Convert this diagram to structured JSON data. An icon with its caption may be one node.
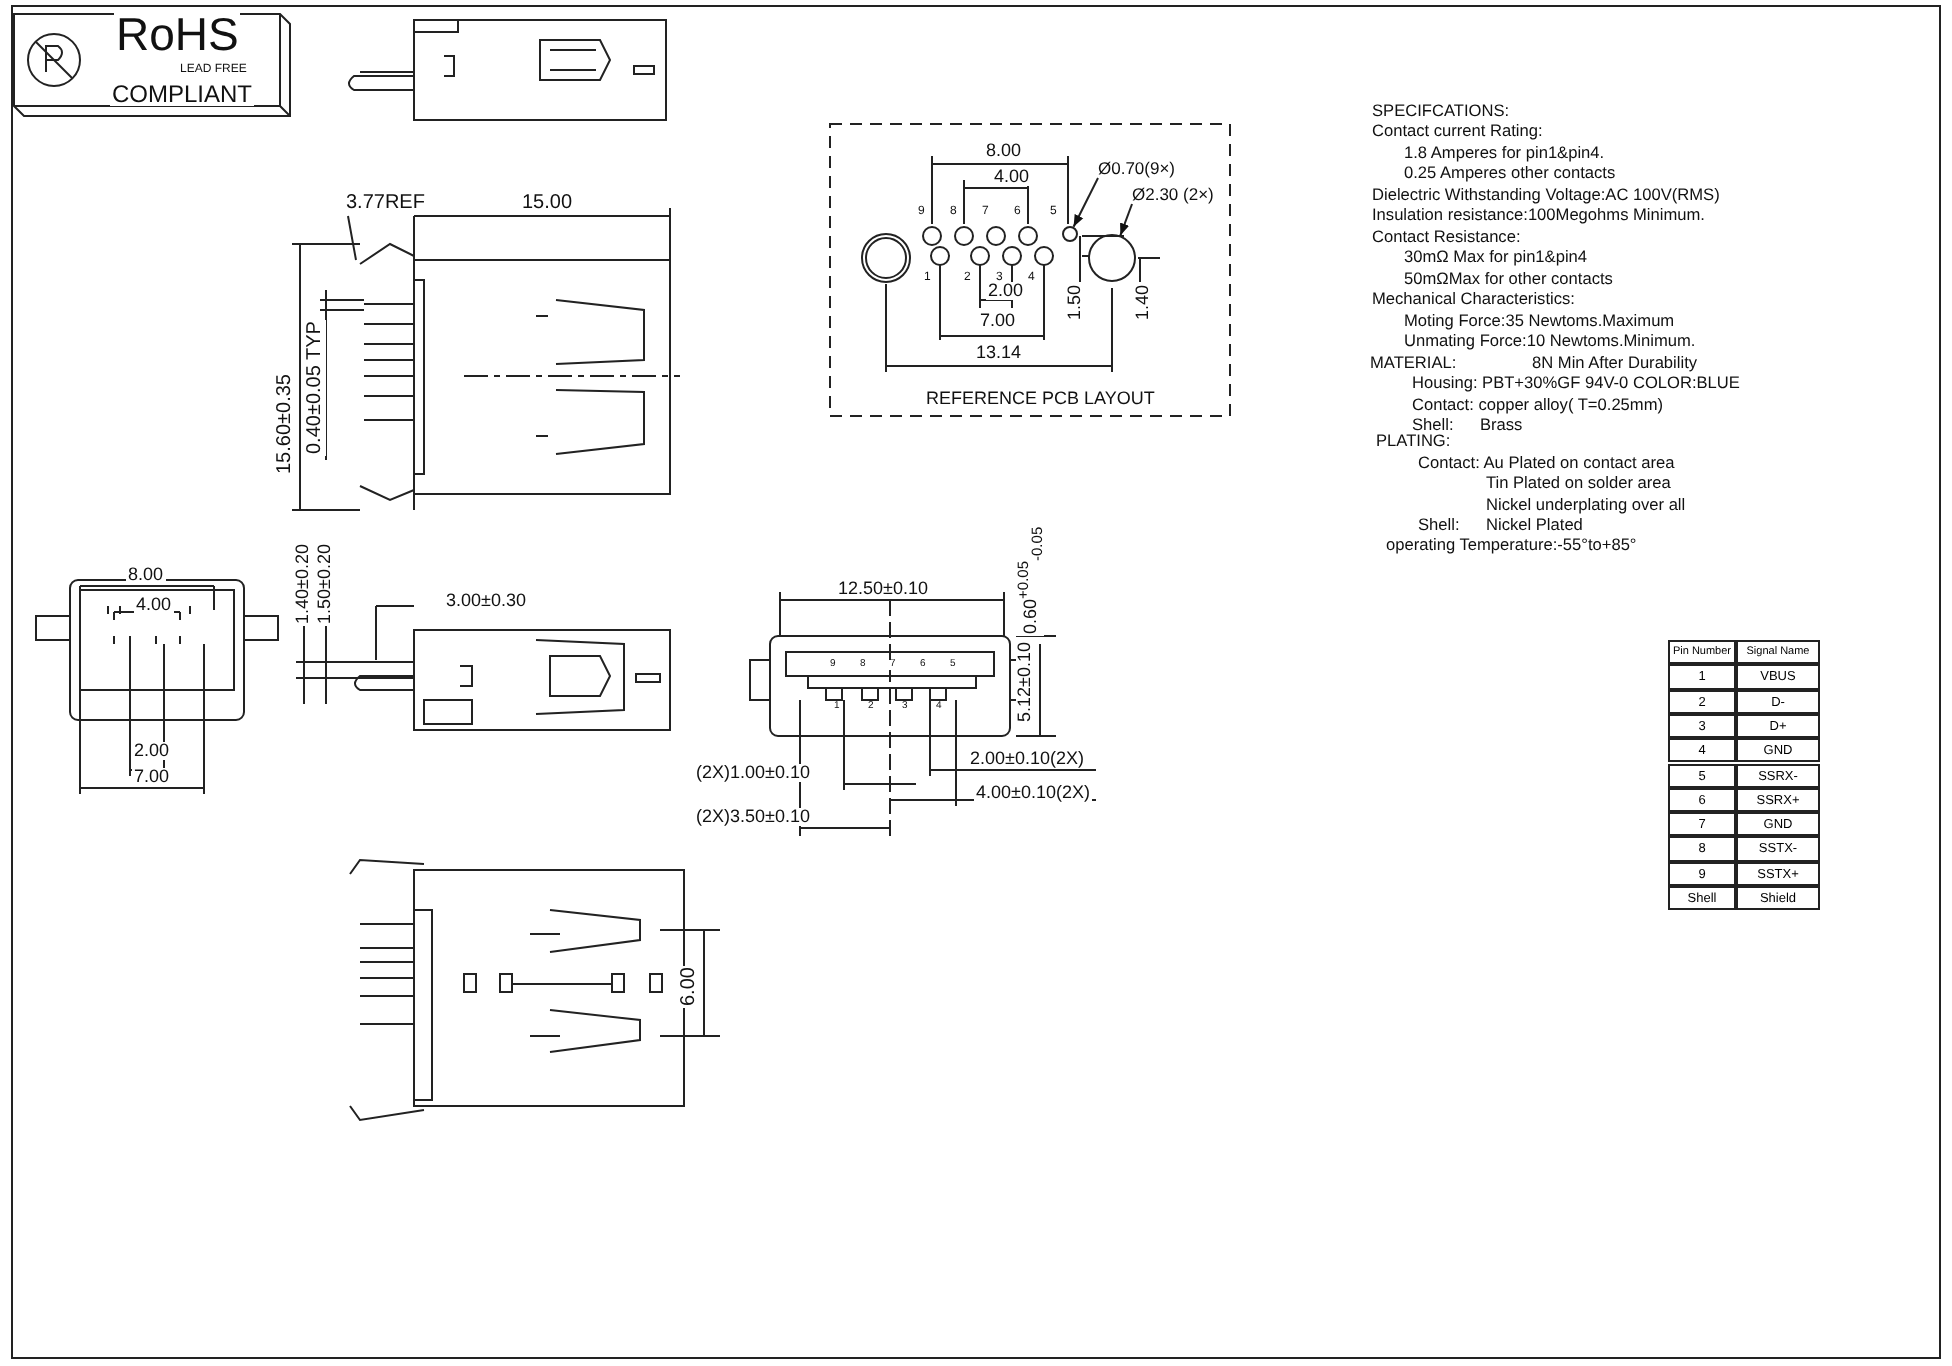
{
  "diagram": {
    "nodes": [
      {
        "text": [
          "Ø0.70(9×)"
        ]
      },
      {
        "text": [],
        "shape": "circle"
      },
      {
        "text": [
          "Ø2.30 (2×)"
        ]
      },
      {
        "text": [],
        "shape": "circle"
      }
    ],
    "edges": [
      {
        "from": 0,
        "to": 1,
        "arrow": "to"
      },
      {
        "from": 2,
        "to": 3,
        "arrow": "to"
      }
    ],
    "labels": [
      "RoHS",
      "LEAD FREE",
      "COMPLIANT",
      "3.77REF",
      "15.00",
      "15.60±0.35",
      "0.40±0.05 TYP",
      "8.00",
      "4.00",
      "9",
      "8",
      "7",
      "6",
      "5",
      "1",
      "2",
      "3",
      "4",
      "2.00",
      "1.50",
      "1.40",
      "7.00",
      "13.14",
      "REFERENCE PCB LAYOUT",
      "SPECIFCATIONS:",
      "Contact current Rating:",
      "1.8 Amperes for pin1&pin4.",
      "0.25 Amperes other contacts",
      "Dielectric Withstanding Voltage:AC 100V(RMS)",
      "Insulation resistance:100Megohms Minimum.",
      "Contact Resistance:",
      "30mΩ Max for pin1&pin4",
      "50mΩMax for other contacts",
      "Mechanical Characteristics:",
      "Moting Force:35 Newtoms.Maximum",
      "Unmating Force:10 Newtoms.Minimum.",
      "MATERIAL:",
      "8N Min After Durability",
      "Housing: PBT+30%GF 94V-0 COLOR:BLUE",
      "Contact: copper alloy( T=0.25mm)",
      "Shell:",
      "Brass",
      "PLATING:",
      "Contact: Au Plated on contact area",
      "Tin Plated on solder area",
      "Nickel underplating over all",
      "Shell:",
      "Nickel Plated",
      "operating Temperature:-55°to+85°",
      "1.40±0.20",
      "1.50±0.20",
      "8.00",
      "4.00",
      "2.00",
      "7.00",
      "3.00±0.30",
      "12.50±0.10",
      "0.60$^{+0.05}$$_{-0.05}$",
      "5.12±0.10",
      "9",
      "8",
      "7",
      "6",
      "5",
      "1",
      "2",
      "3",
      "4",
      "2.00±0.10(2X)",
      "(2X)1.00±0.10",
      "4.00±0.10(2X)",
      "(2X)3.50±0.10",
      "6.00",
      "Pin Number",
      "Signal Name",
      "1",
      "VBUS",
      "2",
      "D-",
      "3",
      "D+",
      "4",
      "GND",
      "5",
      "SSRX-",
      "6",
      "SSRX+",
      "7",
      "GND",
      "8",
      "SSTX-",
      "9",
      "SSTX+",
      "Shell",
      "Shield"
    ]
  }
}
